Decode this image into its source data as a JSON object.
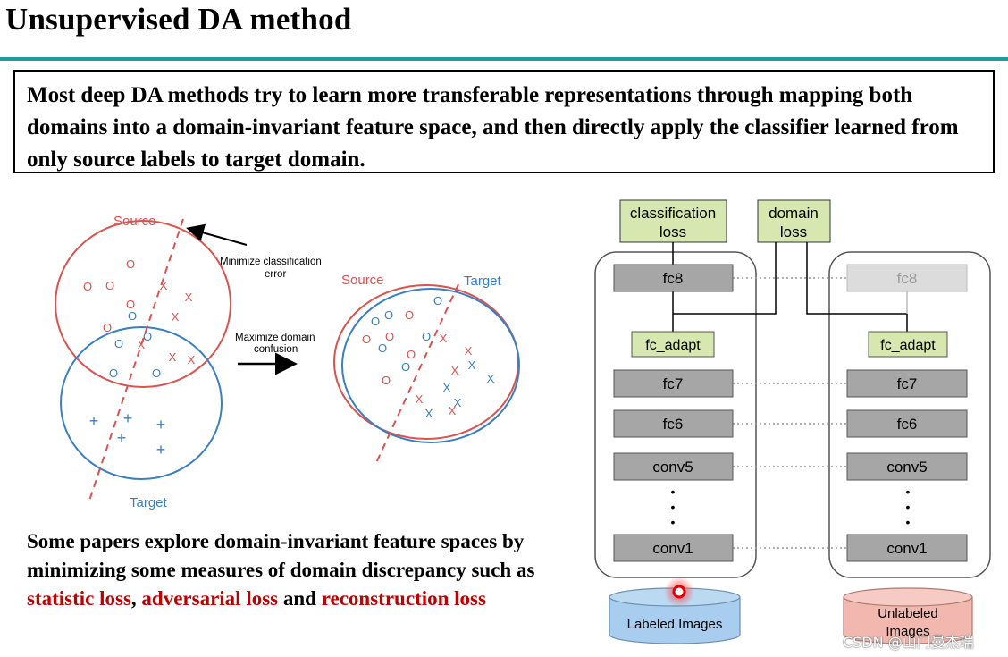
{
  "title": "Unsupervised DA method",
  "summary": "Most deep DA methods try to learn more transferable representations through mapping both domains into a domain-invariant feature space, and then directly apply the classifier learned from only source labels to target domain.",
  "note": {
    "prefix": "Some papers explore domain-invariant feature spaces by minimizing some measures of domain discrepancy such as ",
    "term1": "statistic loss",
    "sep1": ", ",
    "term2": "adversarial loss",
    "sep2": " and ",
    "term3": "reconstruction loss"
  },
  "left_diagram": {
    "source_label": "Source",
    "target_label": "Target",
    "minimize_label_line1": "Minimize classification",
    "minimize_label_line2": "error",
    "maximize_label_line1": "Maximize domain",
    "maximize_label_line2": "confusion",
    "after_source_label": "Source",
    "after_target_label": "Target",
    "symbol_o": "O",
    "symbol_x": "X",
    "symbol_plus": "+",
    "colors": {
      "source": "#d9534f",
      "target": "#3a7fc1",
      "text_source": "#d9534f",
      "text_target": "#3a7fc1"
    }
  },
  "network": {
    "classification_loss_line1": "classification",
    "classification_loss_line2": "loss",
    "domain_loss_line1": "domain",
    "domain_loss_line2": "loss",
    "left_column": [
      "fc8",
      "fc_adapt",
      "fc7",
      "fc6",
      "conv5",
      "conv1"
    ],
    "right_column": [
      "fc8",
      "fc_adapt",
      "fc7",
      "fc6",
      "conv5",
      "conv1"
    ],
    "dots": "•",
    "labeled_images": "Labeled Images",
    "unlabeled_images_line1": "Unlabeled",
    "unlabeled_images_line2": "Images",
    "colors": {
      "loss_box": "#d6e8b0",
      "layer_box": "#a6a6a6",
      "adapt_box": "#d6e8b0",
      "faded_box": "#dcdcdc",
      "labeled_db": "#a9cdee",
      "unlabeled_db": "#f2b8b0"
    }
  },
  "watermark": "CSDN @山门曼杰瑞"
}
